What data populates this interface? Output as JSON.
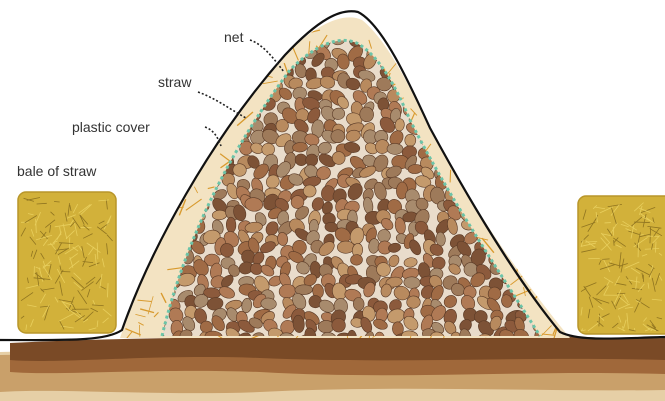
{
  "labels": {
    "net": "net",
    "straw": "straw",
    "plastic_cover": "plastic cover",
    "bale_of_straw": "bale of straw"
  },
  "colors": {
    "ground_dark": "#7a4a26",
    "ground_mid": "#a0683a",
    "ground_light": "#c9a06a",
    "ground_pale": "#e6cfa6",
    "straw_line": "#d89a2e",
    "bale_fill": "#d2b13a",
    "bale_edge": "#b8962a",
    "net_dots": "#6cc4a8",
    "cover_line": "#111111",
    "potato_colors": [
      "#b88a5e",
      "#a06b45",
      "#8c5a3c",
      "#c49a6c",
      "#9e7a5a",
      "#7d5236",
      "#b07a55",
      "#a88b6d"
    ]
  }
}
